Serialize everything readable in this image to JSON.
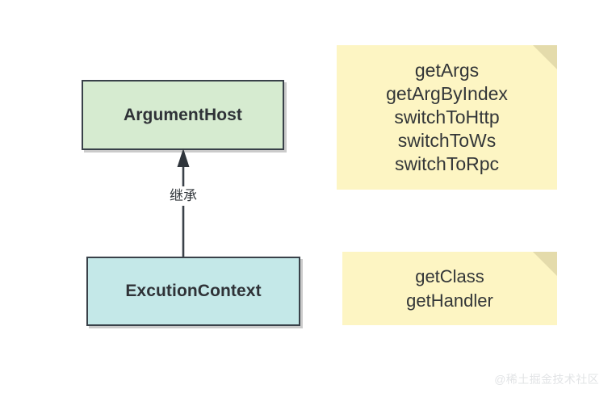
{
  "diagram": {
    "classes": [
      {
        "id": "argument-host",
        "name": "ArgumentHost",
        "fill": "#d6ebd0",
        "border": "#394149"
      },
      {
        "id": "execution-context",
        "name": "ExcutionContext",
        "fill": "#c4e8e8",
        "border": "#394149"
      }
    ],
    "relation": {
      "type": "generalization",
      "label": "继承",
      "from": "ExcutionContext",
      "to": "ArgumentHost",
      "line_color": "#3b4149"
    },
    "notes": [
      {
        "id": "note-argument-host",
        "fill": "#fdf5c3",
        "fold_fill": "#e4dbab",
        "lines": [
          "getArgs",
          "getArgByIndex",
          "switchToHttp",
          "switchToWs",
          "switchToRpc"
        ]
      },
      {
        "id": "note-execution-context",
        "fill": "#fdf5c3",
        "fold_fill": "#e4dbab",
        "lines": [
          "getClass",
          "getHandler"
        ]
      }
    ]
  },
  "watermark": {
    "text": "@稀土掘金技术社区",
    "color": "#e2e4e6"
  }
}
